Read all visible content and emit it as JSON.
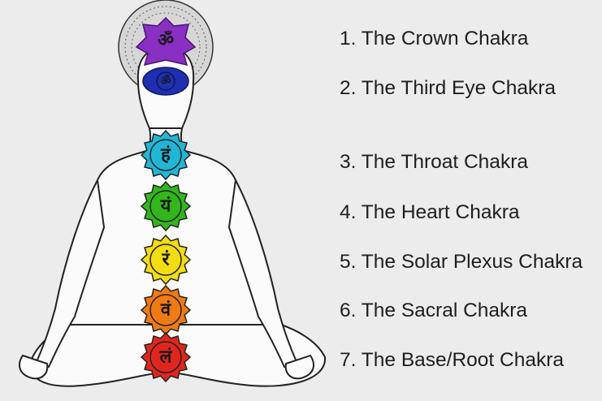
{
  "chakras": [
    {
      "label": "1. The Crown Chakra",
      "color": "#8a2fc4",
      "symbol": "ॐ"
    },
    {
      "label": "2. The Third Eye Chakra",
      "color": "#1f2fb0",
      "symbol": "ॐ"
    },
    {
      "label": "3. The Throat Chakra",
      "color": "#22b6d6",
      "symbol": "हं"
    },
    {
      "label": "4. The Heart Chakra",
      "color": "#33b51c",
      "symbol": "यं"
    },
    {
      "label": "5. The Solar Plexus Chakra",
      "color": "#f2dc12",
      "symbol": "रं"
    },
    {
      "label": "6. The Sacral Chakra",
      "color": "#f07a14",
      "symbol": "वं"
    },
    {
      "label": "7. The Base/Root Chakra",
      "color": "#e0261c",
      "symbol": "लं"
    }
  ]
}
